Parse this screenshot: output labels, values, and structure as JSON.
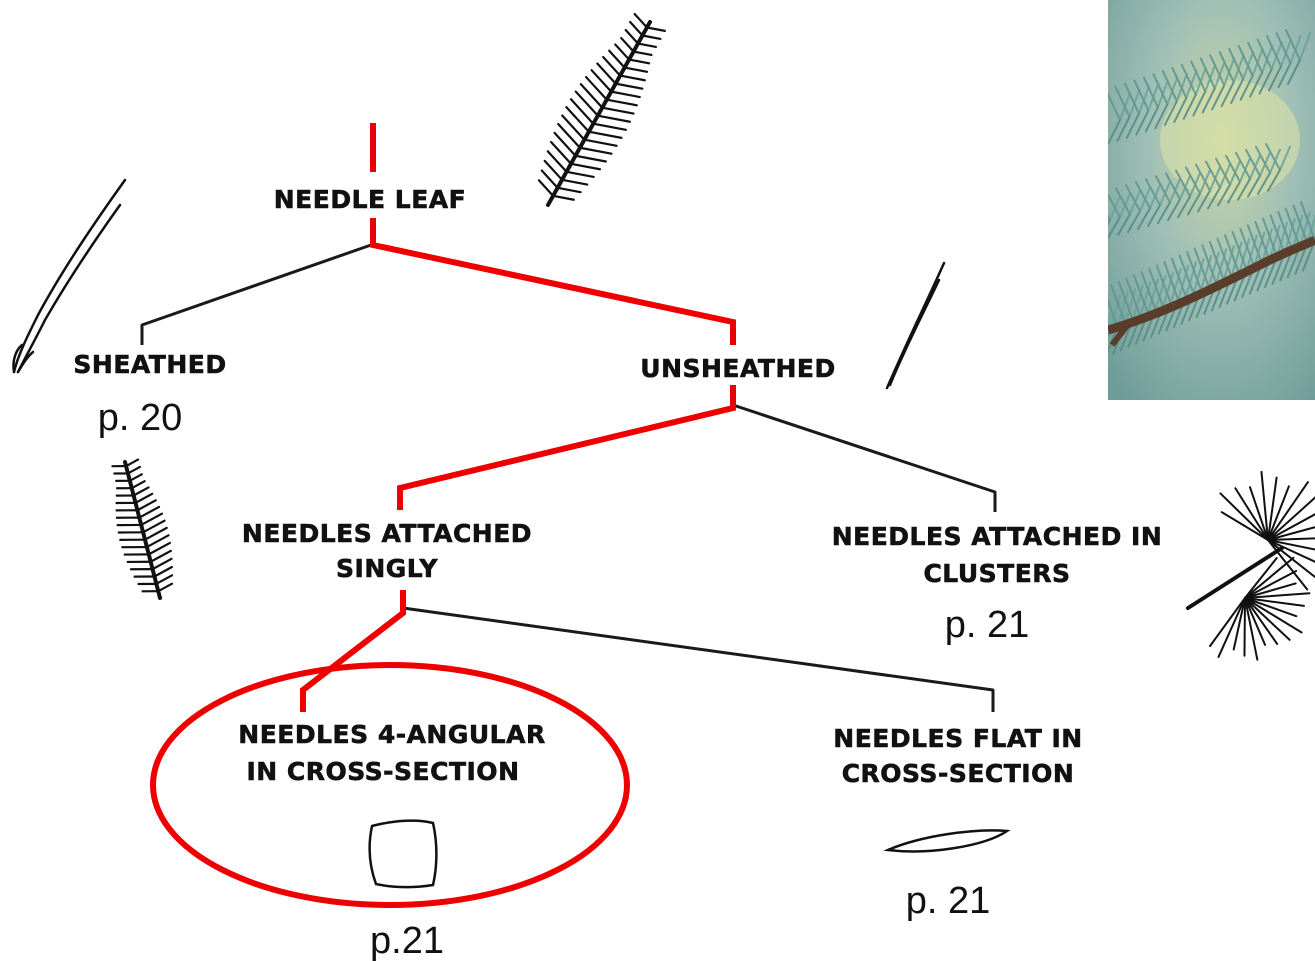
{
  "nodes": {
    "root": {
      "label": "NEEDLE LEAF"
    },
    "sheathed": {
      "label": "SHEATHED",
      "page": "p. 20"
    },
    "unsheathed": {
      "label": "UNSHEATHED"
    },
    "singly": {
      "line1": "NEEDLES  ATTACHED",
      "line2": "SINGLY"
    },
    "clusters": {
      "line1": "NEEDLES  ATTACHED  IN",
      "line2": "CLUSTERS",
      "page": "p. 21"
    },
    "angular": {
      "line1": "NEEDLES 4-ANGULAR",
      "line2": "IN  CROSS-SECTION",
      "page": "p.21"
    },
    "flat": {
      "line1": "NEEDLES  FLAT  IN",
      "line2": "CROSS-SECTION",
      "page": "p. 21"
    }
  },
  "colors": {
    "highlight_path": "#ee0000",
    "tree_lines": "#1a1a1a",
    "text": "#111111"
  },
  "icons": [
    "sheathed-needle-icon",
    "unsheathed-needle-icon",
    "spruce-branch-icon",
    "single-needles-branch-icon",
    "clustered-needles-icon",
    "square-cross-section-icon",
    "flat-cross-section-icon",
    "spruce-photo"
  ]
}
